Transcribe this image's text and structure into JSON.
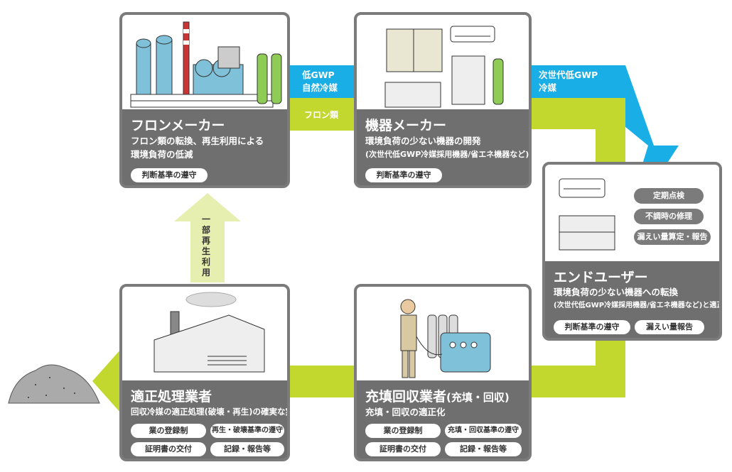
{
  "flows": {
    "low_gwp": "低GWP\n自然冷媒",
    "freon": "フロン類",
    "next_gen": "次世代低GWP\n冷媒",
    "partial_reuse": "一\n部\n再\n生\n利\n用"
  },
  "cards": {
    "maker": {
      "title": "フロンメーカー",
      "desc1": "フロン類の転換、再生利用による",
      "desc2": "環境負荷の低減",
      "pills": [
        "判断基準の遵守"
      ]
    },
    "equipment": {
      "title": "機器メーカー",
      "desc1": "環境負荷の少ない機器の開発",
      "desc2": "(次世代低GWP冷媒採用機器/省エネ機器など)",
      "pills": [
        "判断基準の遵守"
      ]
    },
    "enduser": {
      "title": "エンドユーザー",
      "desc1": "環境負荷の少ない機器への転換",
      "desc2": "(次世代低GWP冷媒採用機器/省エネ機器など)と適正管理",
      "actions": [
        "定期点検",
        "不調時の修理",
        "漏えい量算定・報告"
      ],
      "pills": [
        "判断基準の遵守",
        "漏えい量報告"
      ]
    },
    "disposal": {
      "title": "適正処理業者",
      "desc1": "回収冷媒の適正処理(破壊・再生)の確実な実施",
      "pills": [
        "業の登録制",
        "再生・破壊基準の遵守",
        "証明書の交付",
        "記録・報告等"
      ]
    },
    "recovery": {
      "title": "充填回収業者",
      "title_suffix": "(充填・回収)",
      "desc1": "充填・回収の適正化",
      "pills": [
        "業の登録制",
        "充填・回収基準の遵守",
        "証明書の交付",
        "記録・報告等"
      ]
    }
  },
  "colors": {
    "card_gray": "#6f6f6f",
    "green_flow": "#c3d82e",
    "blue_flow": "#1aaee6",
    "light_green_arrow": "#e7efb0"
  }
}
